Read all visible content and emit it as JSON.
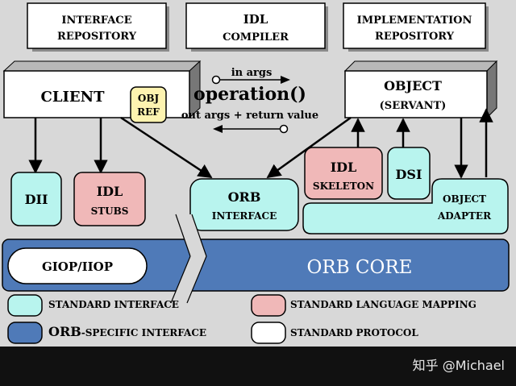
{
  "boxes": {
    "interface_repository": [
      "INTERFACE",
      "REPOSITORY"
    ],
    "idl_compiler": [
      "IDL",
      "COMPILER"
    ],
    "implementation_repository": [
      "IMPLEMENTATION",
      "REPOSITORY"
    ],
    "client": "CLIENT",
    "obj_ref": [
      "OBJ",
      "REF"
    ],
    "object": [
      "OBJECT",
      "(SERVANT)"
    ],
    "dii": "DII",
    "idl_stubs": [
      "IDL",
      "STUBS"
    ],
    "orb_interface": [
      "ORB",
      "INTERFACE"
    ],
    "idl_skeleton": [
      "IDL",
      "SKELETON"
    ],
    "dsi": "DSI",
    "object_adapter": [
      "OBJECT",
      "ADAPTER"
    ],
    "giop_iiop": "GIOP/IIOP",
    "orb_core": "ORB CORE"
  },
  "operation": {
    "in_args": "in args",
    "name": "operation()",
    "out_args": "out args + return value"
  },
  "legend": {
    "standard_interface": "STANDARD INTERFACE",
    "standard_language_mapping": "STANDARD LANGUAGE MAPPING",
    "orb_specific_prefix": "ORB",
    "orb_specific_suffix": "-SPECIFIC INTERFACE",
    "standard_protocol": "STANDARD PROTOCOL"
  },
  "watermark": "知乎 @Michael",
  "colors": {
    "background": "#d8d8d8",
    "cyan": "#b8f4ee",
    "pink": "#f0b8b8",
    "blue": "#4f7ab8",
    "yellow": "#fdf3b0",
    "white": "#ffffff",
    "shadow": "#8a8a8a",
    "bottom_bar": "#111111"
  }
}
